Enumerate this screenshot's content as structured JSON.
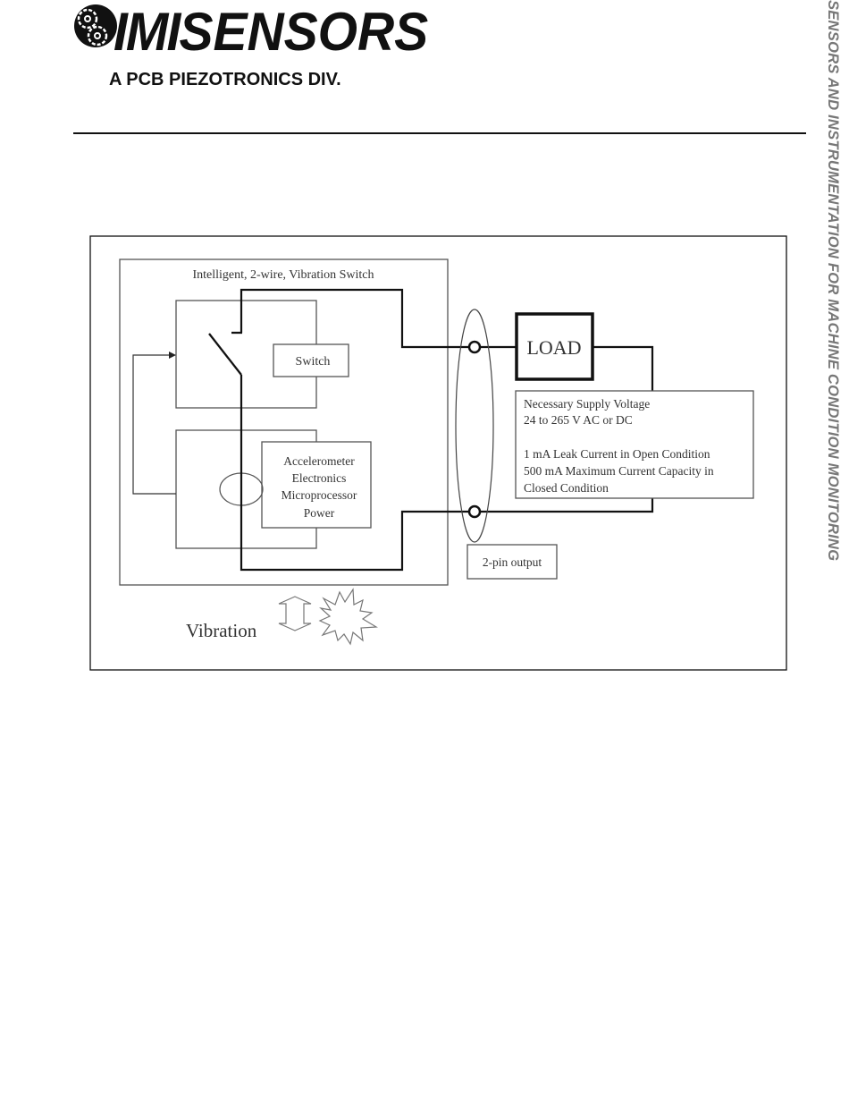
{
  "header": {
    "logo_main": "IMI",
    "logo_brand": "SENSORS",
    "logo_subtitle": "A PCB PIEZOTRONICS DIV.",
    "logo_icon": "gear-icon"
  },
  "side_banner": "SENSORS AND INSTRUMENTATION FOR MACHINE CONDITION MONITORING",
  "diagram": {
    "device_title": "Intelligent, 2-wire, Vibration Switch",
    "switch_label": "Switch",
    "electronics_lines": [
      "Accelerometer",
      "Electronics",
      "Microprocessor",
      "Power"
    ],
    "load_label": "LOAD",
    "supply_lines": [
      "Necessary Supply Voltage",
      "24 to 265 V AC or DC",
      "",
      "1 mA Leak Current in Open Condition",
      "500 mA Maximum Current Capacity in",
      "Closed Condition"
    ],
    "output_label": "2-pin output",
    "vibration_label": "Vibration",
    "icons": {
      "vibration_arrow": "double-arrow-icon",
      "impact": "starburst-icon"
    }
  }
}
